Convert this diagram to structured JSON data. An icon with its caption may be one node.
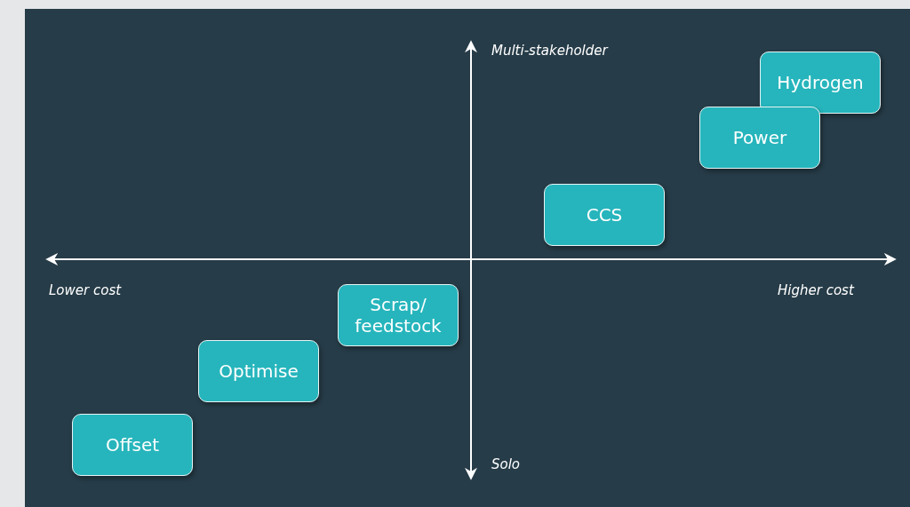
{
  "diagram": {
    "nodes": [
      {
        "text": [
          "Hydrogen"
        ]
      },
      {
        "text": [
          "Power"
        ]
      },
      {
        "text": [
          "CCS"
        ]
      },
      {
        "text": [
          "Scrap/ feedstock"
        ]
      },
      {
        "text": [
          "Optimise"
        ]
      },
      {
        "text": [
          "Offset"
        ]
      }
    ],
    "labels": [
      "Multi-stakeholder",
      "Lower cost",
      "Higher cost",
      "Solo"
    ]
  }
}
